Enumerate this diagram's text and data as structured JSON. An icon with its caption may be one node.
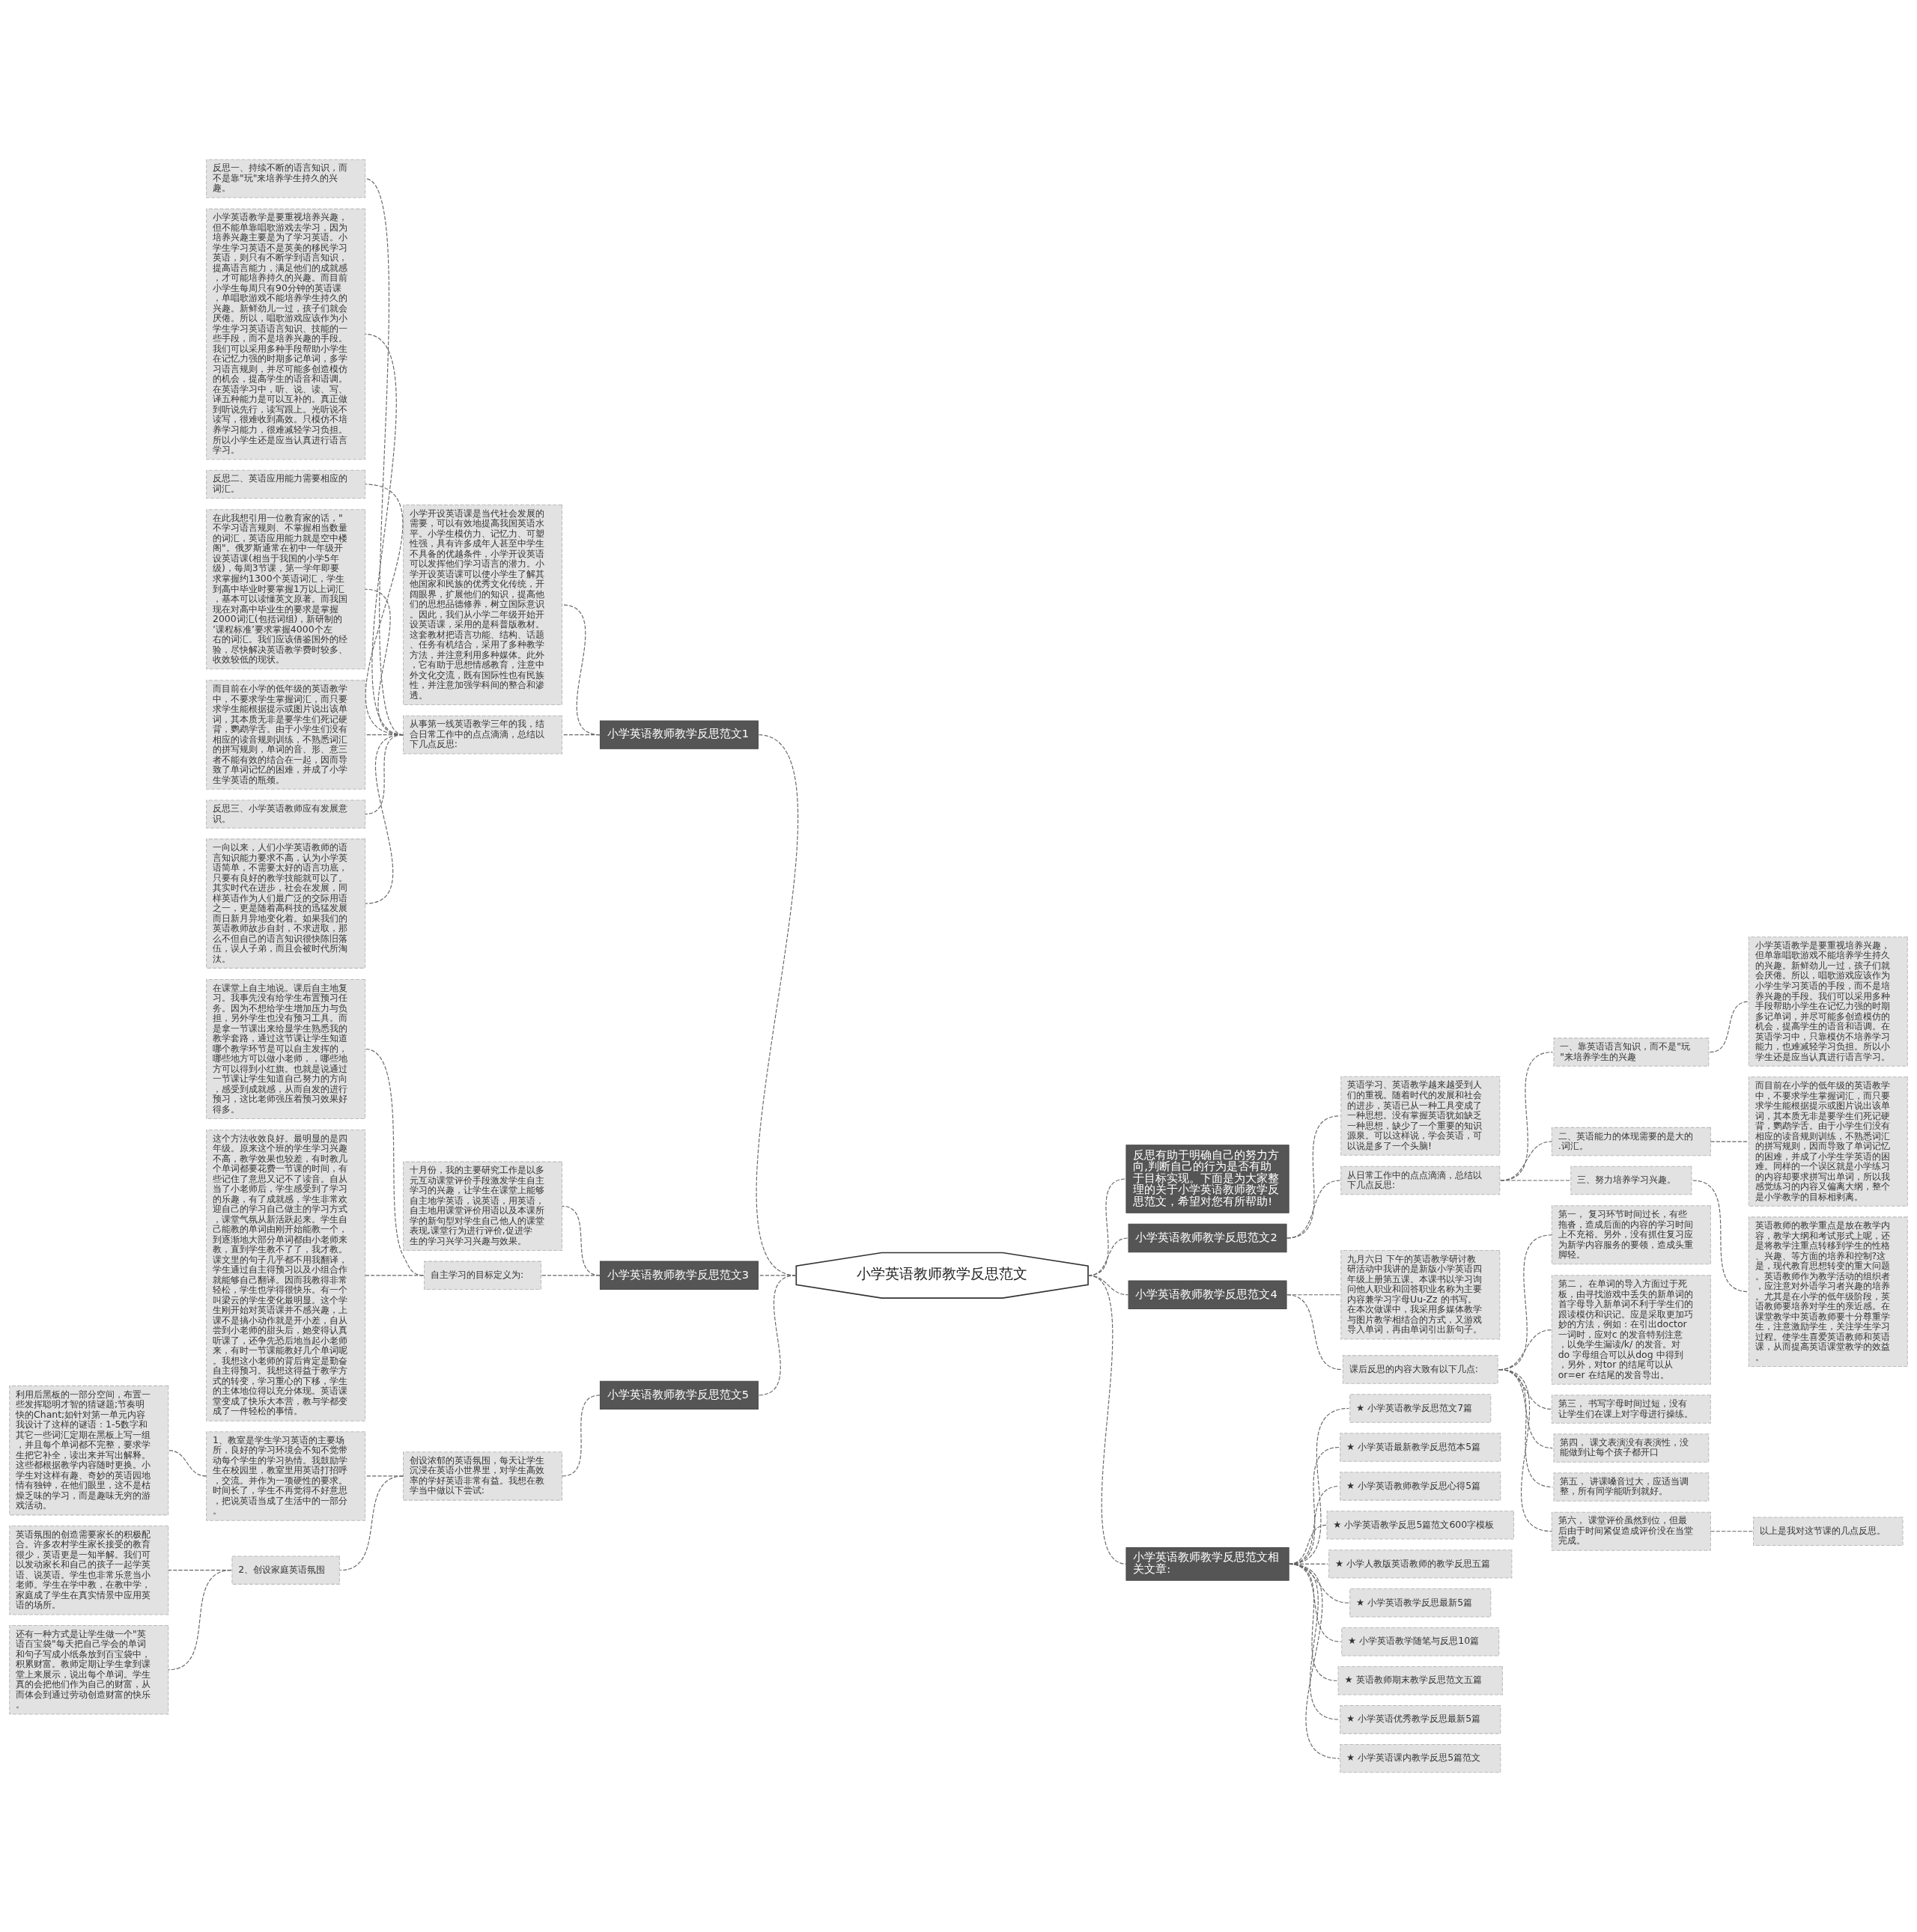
{
  "diagram": {
    "nodes": [
      {
        "text": [
          "小学英语教师教学反思范文"
        ]
      },
      {
        "text": [
          "小学英语教师教学反思范文1"
        ]
      },
      {
        "text": [
          "小学开设英语课是当代社会发展的需要，可以有效地提高我国英语水平。小学生模仿力、记忆力、可塑性强，具有许多成年人甚至中学生不具备的优越条件，小学开设英语可以发挥他们学习语言的潜力。小学开设英语课可以使小学生了解其他国家和民族的优秀文化传统，开阔眼界，扩展他们的知识，提高他们的思想品德修养，树立国际意识。因此，我们从小学二年级开始开设英语课，采用的是科普版教材。这套教材把语言功能、结构、话题、任务有机结合，采用了多种教学方法，并注意利用多种媒体。此外，它有助于思想情感教育，注意中外文化交流，既有国际性也有民族性，并注意加强学科间的整合和渗透。"
        ]
      },
      {
        "text": [
          "从事第一线英语教学三年的我，结合日常工作中的点点滴滴，总结以下几点反思:"
        ]
      },
      {
        "text": [
          "反思一、持续不断的语言知识，而不是靠\"玩\"来培养学生持久的兴趣。"
        ]
      },
      {
        "text": [
          "小学英语教学是要重视培养兴趣，但不能单靠唱歌游戏去学习，因为培养兴趣主要是为了学习英语。小学生学习英语不是英美的移民学习英语，则只有不断学到语言知识，提高语言能力，满足他们的成就感，才可能培养持久的兴趣。而目前小学生每周只有90分钟的英语课，单唱歌游戏不能培养学生持久的兴趣。新鲜劲儿一过，孩子们就会厌倦。所以，唱歌游戏应该作为小学生学习英语语言知识、技能的一些手段，而不是培养兴趣的手段。我们可以采用多种手段帮助小学生在记忆力强的时期多记单词，多学习语言规则，并尽可能多创造模仿的机会，提高学生的语音和语调。在英语学习中，听、说、读、写、译五种能力是可以互补的。真正做到听说先行，读写跟上。光听说不读写，很难收到高效。只模仿不培养学习能力，很难减轻学习负担。所以小学生还是应当认真进行语言学习。"
        ]
      },
      {
        "text": [
          "反思二、英语应用能力需要相应的词汇。"
        ]
      },
      {
        "text": [
          "在此我想引用一位教育家的话，\"不学习语言规则、不掌握相当数量的词汇，英语应用能力就是空中楼阁\"。俄罗斯通常在初中一年级开设英语课(相当于我国的小学5年级)，每周3节课，第一学年即要求掌握约1300个英语词汇，学生到高中毕业时要掌握1万以上词汇，基本可以读懂英文原著。而我国现在对高中毕业生的要求是掌握2000词汇(包括词组)，新研制的’课程标准’要求掌握4000个左右的词汇。我们应该借鉴国外的经验，尽快解决英语教学费时较多、收效较低的现状。"
        ]
      },
      {
        "text": [
          "而目前在小学的低年级的英语教学中，不要求学生掌握词汇，而只要求学生能根据提示或图片说出该单词，其本质无非是要学生们死记硬背，鹦鹉学舌。由于小学生们没有相应的读音规则训练，不熟悉词汇的拼写规则，单词的音、形、意三者不能有效的结合在一起，因而导致了单词记忆的困难，并成了小学生学英语的瓶颈。"
        ]
      },
      {
        "text": [
          "反思三、小学英语教师应有发展意识。"
        ]
      },
      {
        "text": [
          "一向以来，人们小学英语教师的语言知识能力要求不高，认为小学英语简单，不需要太好的语言功底，只要有良好的教学技能就可以了。其实时代在进步，社会在发展，同样英语作为人们最广泛的交际用语之一，更是随着高科技的迅猛发展而日新月异地变化着。如果我们的英语教师故步自封，不求进取，那么不但自己的语言知识很快陈旧落伍，误人子弟，而且会被时代所淘汰。"
        ]
      },
      {
        "text": [
          "反思有助于明确自己的努力方向,判断自己的行为是否有助于目标实现。下面是为大家整理的关于小学英语教师教学反思范文，希望对您有所帮助!"
        ]
      },
      {
        "text": [
          "小学英语教师教学反思范文2"
        ]
      },
      {
        "text": [
          "英语学习、英语教学越来越受到人们的重视。随着时代的发展和社会的进步，英语已从一种工具变成了一种思想。没有掌握英语犹如缺乏一种思想，缺少了一个重要的知识源泉。可以这样说，学会英语，可以说是多了一个头脑!"
        ]
      },
      {
        "text": [
          "从日常工作中的点点滴滴，总结以下几点反思:"
        ]
      },
      {
        "text": [
          "一、靠英语语言知识，而不是\"玩\"来培养学生的兴趣"
        ]
      },
      {
        "text": [
          "小学英语教学是要重视培养兴趣，但单靠唱歌游戏不能培养学生持久的兴趣。新鲜劲儿一过，孩子们就会厌倦。所以，唱歌游戏应该作为小学生学习英语的手段，而不是培养兴趣的手段。我们可以采用多种手段帮助小学生在记忆力强的时期多记单词，并尽可能多创造模仿的机会，提高学生的语音和语调。在英语学习中，只靠模仿不培养学习能力，也难减轻学习负担。所以小学生还是应当认真进行语言学习。"
        ]
      },
      {
        "text": [
          "二、英语能力的体现需要的是大的.词汇。"
        ]
      },
      {
        "text": [
          "而目前在小学的低年级的英语教学中，不要求学生掌握词汇，而只要求学生能根据提示或图片说出该单词，其本质无非是要学生们死记硬背，鹦鹉学舌。由于小学生们没有相应的读音规则训练，不熟悉词汇的拼写规则，因而导致了单词记忆的困难，并成了小学生学英语的困难。同样的一个误区就是小学练习的内容却要求拼写出单词，所以我感觉练习的内容又偏离大纲，整个是小学教学的目标相剥离。"
        ]
      },
      {
        "text": [
          "三、努力培养学习兴趣。"
        ]
      },
      {
        "text": [
          "英语教师的教学重点是放在教学内容，教学大纲和考试形式上呢，还是将教学注重点转移到学生的性格、兴趣、等方面的培养和控制?这是，现代教育思想转变的重大问题。英语教师作为教学活动的组织者，应注意对外语学习者兴趣的培养。尤其是在小学的低年级阶段，英语教师要培养对学生的亲近感。在课堂教学中英语教师要十分尊重学生，注意激励学生，关注学生学习过程。使学生喜爱英语教师和英语课，从而提高英语课堂教学的效益。"
        ]
      },
      {
        "text": [
          "小学英语教师教学反思范文3"
        ]
      },
      {
        "text": [
          "十月份，我的主要研究工作是以多元互动课堂评价手段激发学生自主学习的兴趣，让学生在课堂上能够自主地学英语，说英语，用英语，自主地用课堂评价用语以及本课所学的新句型对学生自己他人的课堂表现,课堂行为进行评价,促进学生的学习兴学习兴趣与效果。"
        ]
      },
      {
        "text": [
          "自主学习的目标定义为:"
        ]
      },
      {
        "text": [
          "在课堂上自主地说。课后自主地复习。我事先没有给学生布置预习任务。因为不想给学生增加压力与负担，另外学生也没有预习工具。而是拿一节课出来给显学生熟悉我的教学套路，通过这节课让学生知道哪个教学环节是可以自主发挥的，哪些地方可以做小老师，，哪些地方可以得到小红旗。也就是说通过一节课让学生知道自己努力的方向，感受到成就感，从而自发的进行预习，这比老师强压着预习效果好得多。"
        ]
      },
      {
        "text": [
          "这个方法收效良好。最明显的是四年级。原来这个班的学生学习兴趣不高，教学效果也较差，有时教几个单词都要花费一节课的时间，有些记住了意思又记不了读音。自从当了小老师后，学生感受到了学习的乐趣，有了成就感，学生非常欢迎自己的学习自己做主的学习方式，课堂气氛从新活跃起来。学生自己能教的单词由刚开始能教一个，到逐渐地大部分单词都由小老师来教，直到学生教不了了，我才教。课文里的句子几乎都不用我翻译，学生通过自主得预习以及小组合作就能够自己翻译。因而我教得非常轻松，学生也学得很快乐。有一个叫梁云的学生变化最明显。这个学生刚开始对英语课并不感兴趣，上课不是搞小动作就是开小差，自从尝到小老师的甜头后，她变得认真听课了，还争先恐后地当起小老师来，有时一节课能教好几个单词呢。我想这小老师的背后肯定是勤奋自主得预习。我想这得益于教学方式的转变，学习重心的下移，学生的主体地位得以充分体现。英语课堂变成了快乐大本营，教与学都变成了一件轻松的事情。"
        ]
      },
      {
        "text": [
          "小学英语教师教学反思范文4"
        ]
      },
      {
        "text": [
          "九月六日 下午的英语教学研讨教研活动中我讲的是新版小学英语四年级上册第五课。本课书以学习询问他人职业和回答职业名称为主要内容兼学习字母Uu-Zz 的书写。在本次做课中，我采用多媒体教学与图片教学相结合的方式，又游戏导入单词，再由单词引出新句子。"
        ]
      },
      {
        "text": [
          "课后反思的内容大致有以下几点:"
        ]
      },
      {
        "text": [
          "第一， 复习环节时间过长，有些拖沓，造成后面的内容的学习时间上不充裕。另外，没有抓住复习应为新学内容服务的要领，造成头重脚轻。"
        ]
      },
      {
        "text": [
          "第二， 在单词的导入方面过于死板，由寻找游戏中丢失的新单词的首字母导入新单词不利于学生们的跟读模仿和识记。应是采取更加巧妙的方法，例如：在引出doctor 一词时，应对c 的发音特别注意，以免学生漏读/k/ 的发音。对do 字母组合可以从dog 中得到，另外，对tor 的结尾可以从or=er 在结尾的发音导出。"
        ]
      },
      {
        "text": [
          "第三， 书写字母时间过短，没有让学生们在课上对字母进行操练。"
        ]
      },
      {
        "text": [
          "第四， 课文表演没有表演性，没能做到让每个孩子都开口"
        ]
      },
      {
        "text": [
          "第五， 讲课嗓音过大，应适当调整，所有同学能听到就好。"
        ]
      },
      {
        "text": [
          "第六， 课堂评价虽然到位，但最后由于时间紧促造成评价没在当堂完成。"
        ]
      },
      {
        "text": [
          "以上是我对这节课的几点反思。"
        ]
      },
      {
        "text": [
          "小学英语教师教学反思范文5"
        ]
      },
      {
        "text": [
          "创设浓郁的英语氛围，每天让学生沉浸在英语小世界里，对学生高效率的学好英语非常有益。我想在教学当中做以下尝试:"
        ]
      },
      {
        "text": [
          "1、教室是学生学习英语的主要场所，良好的学习环境会不知不觉带动每个学生的学习热情。我鼓励学生在校园里，教室里用英语打招呼，交流。并作为一项硬性的要求。时间长了，学生不再觉得不好意思，把说英语当成了生活中的一部分。"
        ]
      },
      {
        "text": [
          "利用后黑板的一部分空间，布置一些发挥聪明才智的猜谜题;节奏明快的Chant;如针对第一单元内容我设计了这样的谜语：1-5数字和其它一些词汇定期在黑板上写一组，并且每个单词都不完整，要求学生把它补全，读出来并写出解释。这些都根据教学内容随时更换。小学生对这样有趣、奇妙的英语园地情有独钟，在他们眼里，这不是枯燥乏味的学习，而是趣味无穷的游戏活动。"
        ]
      },
      {
        "text": [
          "2、创设家庭英语氛围"
        ]
      },
      {
        "text": [
          "英语氛围的创造需要家长的积极配合。许多农村学生家长接受的教育很少，英语更是一知半解。我们可以发动家长和自己的孩子一起学英语、说英语。学生也非常乐意当小老师。学生在学中教，在教中学，家庭成了学生在真实情景中应用英语的场所。"
        ]
      },
      {
        "text": [
          "还有一种方式是让学生做一个\"英语百宝袋\"每天把自己学会的单词和句子写成小纸条放到百宝袋中，积累财富。教师定期让学生拿到课堂上来展示，说出每个单词。学生真的会把他们作为自己的财富，从而体会到通过劳动创造财富的快乐。"
        ]
      },
      {
        "text": [
          "小学英语教师教学反思范文相关文章:"
        ]
      },
      {
        "text": [
          "★ 小学英语教学反思范文7篇"
        ]
      },
      {
        "text": [
          "★ 小学英语最新教学反思范本5篇"
        ]
      },
      {
        "text": [
          "★ 小学英语教师教学反思心得5篇"
        ]
      },
      {
        "text": [
          "★ 小学英语教学反思5篇范文600字模板"
        ]
      },
      {
        "text": [
          "★ 小学人教版英语教师的教学反思五篇"
        ]
      },
      {
        "text": [
          "★ 小学英语教学反思最新5篇"
        ]
      },
      {
        "text": [
          "★ 小学英语教学随笔与反思10篇"
        ]
      },
      {
        "text": [
          "★ 英语教师期末教学反思范文五篇"
        ]
      },
      {
        "text": [
          "★ 小学英语优秀教学反思最新5篇"
        ]
      },
      {
        "text": [
          "★ 小学英语课内教学反思5篇范文"
        ]
      }
    ],
    "edges": [
      {
        "from": 0,
        "to": 1,
        "arrow": "none",
        "style": "dashed"
      },
      {
        "from": 1,
        "to": 2,
        "arrow": "none",
        "style": "dashed"
      },
      {
        "from": 1,
        "to": 3,
        "arrow": "none",
        "style": "dashed"
      },
      {
        "from": 3,
        "to": 4,
        "arrow": "none",
        "style": "dashed"
      },
      {
        "from": 3,
        "to": 5,
        "arrow": "none",
        "style": "dashed"
      },
      {
        "from": 3,
        "to": 6,
        "arrow": "none",
        "style": "dashed"
      },
      {
        "from": 3,
        "to": 7,
        "arrow": "none",
        "style": "dashed"
      },
      {
        "from": 3,
        "to": 8,
        "arrow": "none",
        "style": "dashed"
      },
      {
        "from": 3,
        "to": 9,
        "arrow": "none",
        "style": "dashed"
      },
      {
        "from": 3,
        "to": 10,
        "arrow": "none",
        "style": "dashed"
      },
      {
        "from": 0,
        "to": 11,
        "arrow": "none",
        "style": "dashed"
      },
      {
        "from": 0,
        "to": 12,
        "arrow": "none",
        "style": "dashed"
      },
      {
        "from": 12,
        "to": 13,
        "arrow": "none",
        "style": "dashed"
      },
      {
        "from": 12,
        "to": 14,
        "arrow": "none",
        "style": "dashed"
      },
      {
        "from": 14,
        "to": 15,
        "arrow": "none",
        "style": "dashed"
      },
      {
        "from": 15,
        "to": 16,
        "arrow": "none",
        "style": "dashed"
      },
      {
        "from": 14,
        "to": 17,
        "arrow": "none",
        "style": "dashed"
      },
      {
        "from": 17,
        "to": 18,
        "arrow": "none",
        "style": "dashed"
      },
      {
        "from": 14,
        "to": 19,
        "arrow": "none",
        "style": "dashed"
      },
      {
        "from": 19,
        "to": 20,
        "arrow": "none",
        "style": "dashed"
      },
      {
        "from": 0,
        "to": 21,
        "arrow": "none",
        "style": "dashed"
      },
      {
        "from": 21,
        "to": 22,
        "arrow": "none",
        "style": "dashed"
      },
      {
        "from": 21,
        "to": 23,
        "arrow": "none",
        "style": "dashed"
      },
      {
        "from": 23,
        "to": 24,
        "arrow": "none",
        "style": "dashed"
      },
      {
        "from": 23,
        "to": 25,
        "arrow": "none",
        "style": "dashed"
      },
      {
        "from": 0,
        "to": 26,
        "arrow": "none",
        "style": "dashed"
      },
      {
        "from": 26,
        "to": 27,
        "arrow": "none",
        "style": "dashed"
      },
      {
        "from": 26,
        "to": 28,
        "arrow": "none",
        "style": "dashed"
      },
      {
        "from": 28,
        "to": 29,
        "arrow": "none",
        "style": "dashed"
      },
      {
        "from": 28,
        "to": 30,
        "arrow": "none",
        "style": "dashed"
      },
      {
        "from": 28,
        "to": 31,
        "arrow": "none",
        "style": "dashed"
      },
      {
        "from": 28,
        "to": 32,
        "arrow": "none",
        "style": "dashed"
      },
      {
        "from": 28,
        "to": 33,
        "arrow": "none",
        "style": "dashed"
      },
      {
        "from": 28,
        "to": 34,
        "arrow": "none",
        "style": "dashed"
      },
      {
        "from": 34,
        "to": 35,
        "arrow": "none",
        "style": "dashed"
      },
      {
        "from": 0,
        "to": 36,
        "arrow": "none",
        "style": "dashed"
      },
      {
        "from": 36,
        "to": 37,
        "arrow": "none",
        "style": "dashed"
      },
      {
        "from": 37,
        "to": 38,
        "arrow": "none",
        "style": "dashed"
      },
      {
        "from": 38,
        "to": 39,
        "arrow": "none",
        "style": "dashed"
      },
      {
        "from": 37,
        "to": 40,
        "arrow": "none",
        "style": "dashed"
      },
      {
        "from": 40,
        "to": 41,
        "arrow": "none",
        "style": "dashed"
      },
      {
        "from": 40,
        "to": 42,
        "arrow": "none",
        "style": "dashed"
      },
      {
        "from": 0,
        "to": 43,
        "arrow": "none",
        "style": "dashed"
      },
      {
        "from": 43,
        "to": 44,
        "arrow": "none",
        "style": "dashed"
      },
      {
        "from": 43,
        "to": 45,
        "arrow": "none",
        "style": "dashed"
      },
      {
        "from": 43,
        "to": 46,
        "arrow": "none",
        "style": "dashed"
      },
      {
        "from": 43,
        "to": 47,
        "arrow": "none",
        "style": "dashed"
      },
      {
        "from": 43,
        "to": 48,
        "arrow": "none",
        "style": "dashed"
      },
      {
        "from": 43,
        "to": 49,
        "arrow": "none",
        "style": "dashed"
      },
      {
        "from": 43,
        "to": 50,
        "arrow": "none",
        "style": "dashed"
      },
      {
        "from": 43,
        "to": 51,
        "arrow": "none",
        "style": "dashed"
      },
      {
        "from": 43,
        "to": 52,
        "arrow": "none",
        "style": "dashed"
      },
      {
        "from": 43,
        "to": 53,
        "arrow": "none",
        "style": "dashed"
      }
    ]
  }
}
